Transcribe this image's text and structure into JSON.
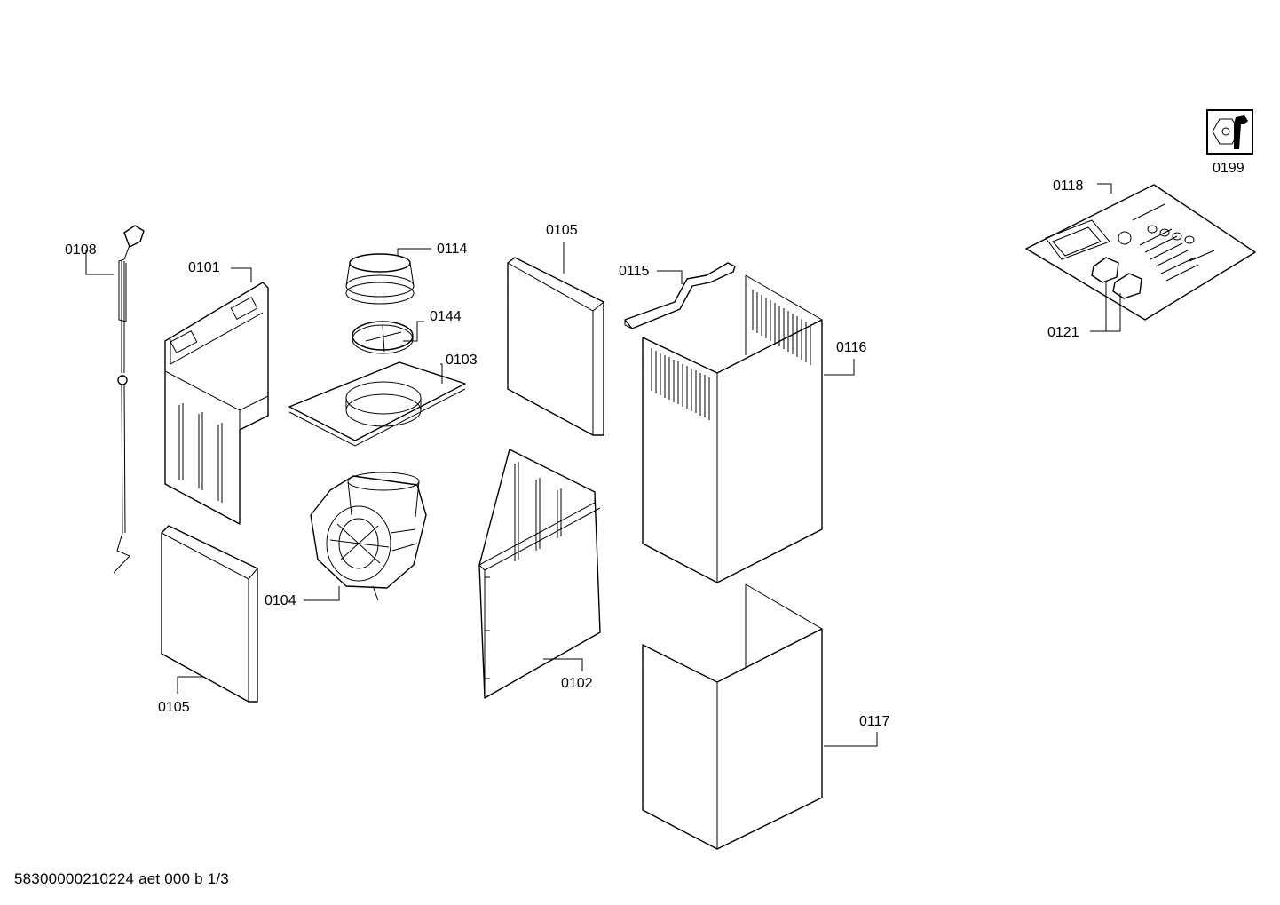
{
  "parts": {
    "p0108": "0108",
    "p0101": "0101",
    "p0114": "0114",
    "p0144": "0144",
    "p0103": "0103",
    "p0105_top": "0105",
    "p0115": "0115",
    "p0116": "0116",
    "p0118": "0118",
    "p0121": "0121",
    "p0199": "0199",
    "p0104": "0104",
    "p0105_bottom": "0105",
    "p0102": "0102",
    "p0117": "0117"
  },
  "footer": "58300000210224 aet 000 b 1/3",
  "icons": {
    "service_kit": "wrench-nut-icon"
  }
}
